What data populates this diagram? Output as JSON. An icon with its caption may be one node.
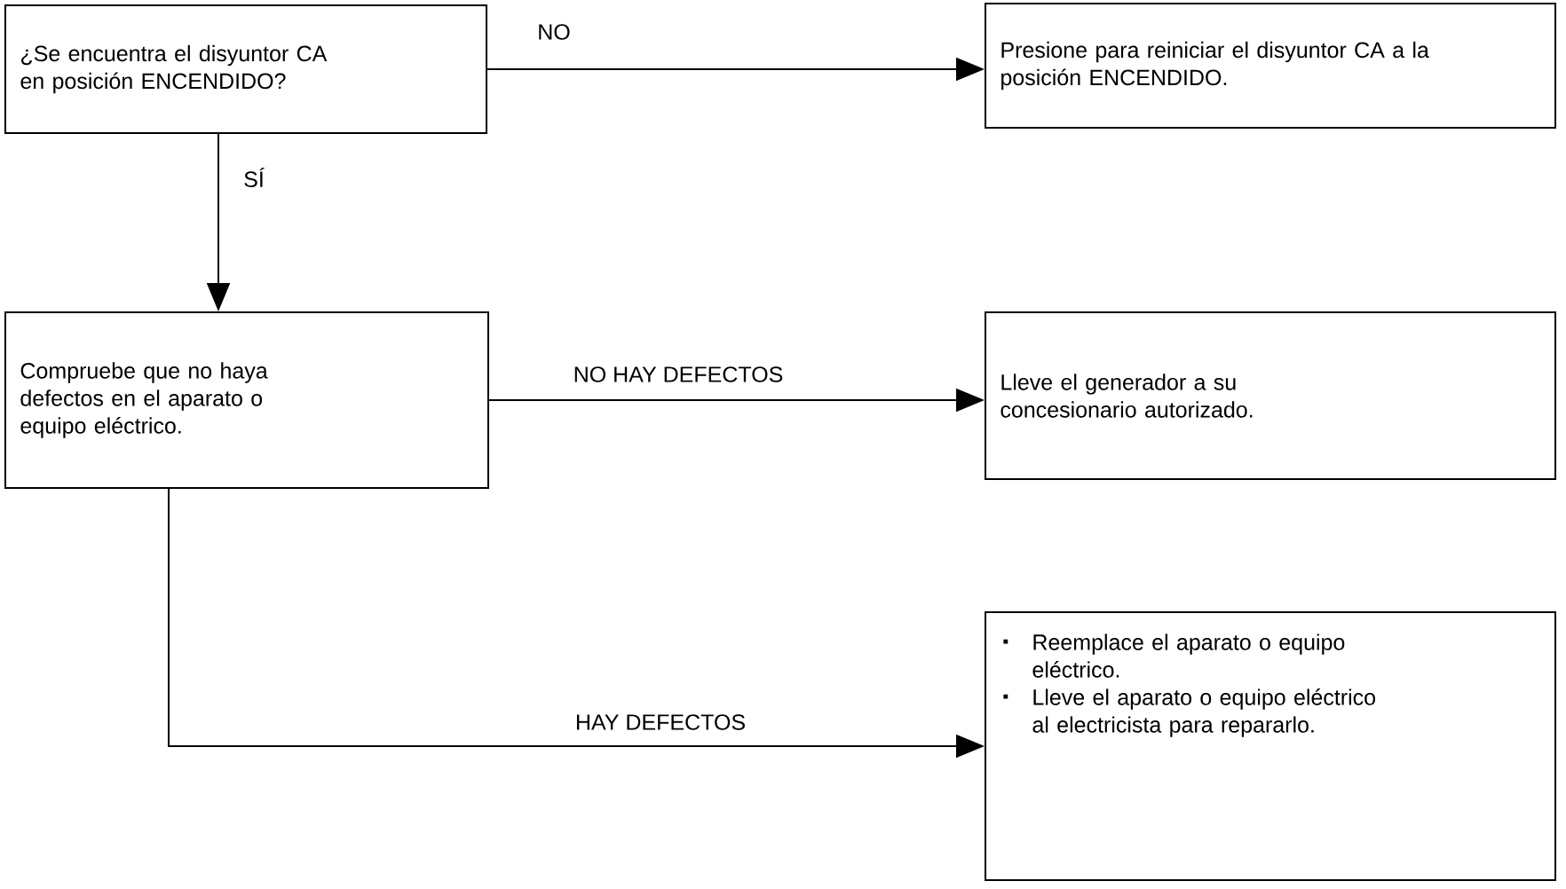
{
  "diagram": {
    "nodes": [
      {
        "text": [
          "¿Se encuentra el disyuntor CA en posición ENCENDIDO?"
        ]
      },
      {
        "text": [
          "Presione para reiniciar el disyuntor CA a la posición ENCENDIDO."
        ]
      },
      {
        "text": [
          "Compruebe que no haya defectos en el aparato o equipo eléctrico."
        ]
      },
      {
        "text": [
          "Lleve el generador a su concesionario autorizado."
        ]
      },
      {
        "text": [
          "Reemplace el aparato o equipo eléctrico.",
          "Lleve el aparato o equipo eléctrico al electricista para repararlo."
        ]
      }
    ],
    "edges": [
      {
        "from": 0,
        "to": 1,
        "arrow": "to",
        "label": "NO"
      },
      {
        "from": 0,
        "to": 2,
        "arrow": "to",
        "label": "SÍ"
      },
      {
        "from": 2,
        "to": 3,
        "arrow": "to",
        "label": "NO HAY DEFECTOS"
      },
      {
        "from": 2,
        "to": 4,
        "arrow": "to",
        "label": "HAY DEFECTOS"
      }
    ]
  }
}
